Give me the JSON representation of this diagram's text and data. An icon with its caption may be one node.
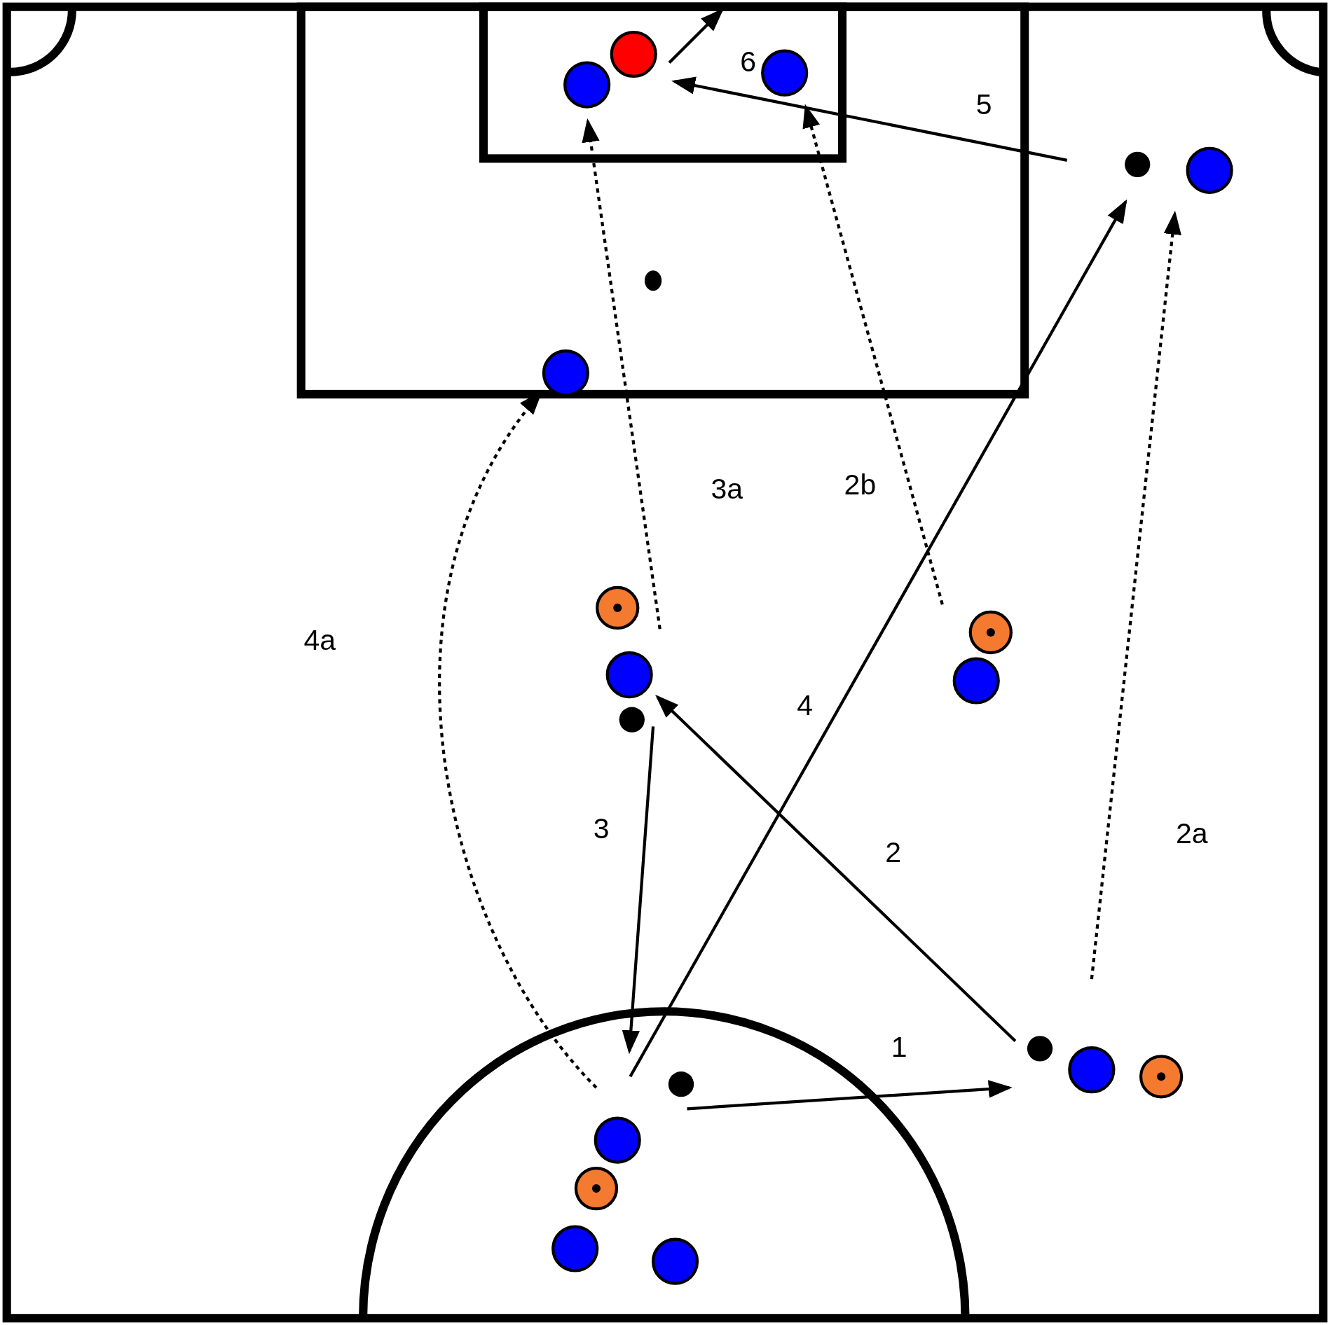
{
  "diagram": {
    "labels": [
      "6",
      "5",
      "3a",
      "2b",
      "4a",
      "4",
      "3",
      "2",
      "2a",
      "1"
    ]
  }
}
